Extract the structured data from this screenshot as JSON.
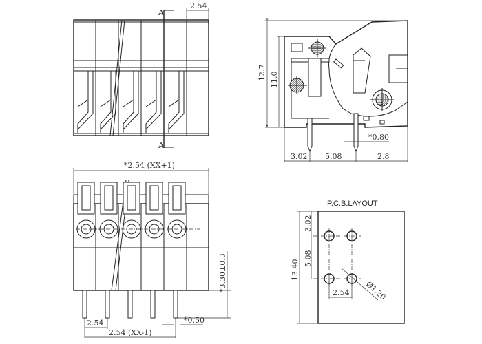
{
  "drawing": {
    "top_view": {
      "section_marker": "A",
      "section_marker_bottom": "A",
      "pitch_label": "2.54"
    },
    "side_view": {
      "overall_height": "12.7",
      "body_height": "11.0",
      "dim_left": "3.02",
      "dim_mid": "5.08",
      "dim_right": "2.8",
      "pin_width": "*0.80"
    },
    "front_view": {
      "overall_width": "*2.54 (XX+1)",
      "pin_length": "*3.30±0.3",
      "pitch": "2.54",
      "span": "2.54 (XX-1)",
      "pin_thickness": "*0.50"
    },
    "pcb_layout": {
      "title": "P.C.B.LAYOUT",
      "overall_height": "13.40",
      "top_offset": "3.02",
      "row_spacing": "5.08",
      "col_spacing": "2.54",
      "hole_diameter": "Ø1.20"
    }
  }
}
